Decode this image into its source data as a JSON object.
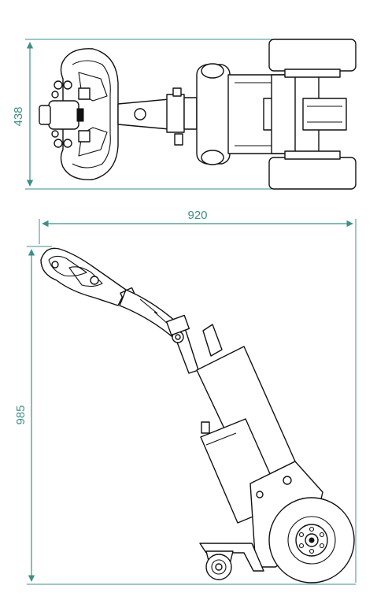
{
  "dimensions": {
    "top_view_width": "438",
    "side_view_length": "920",
    "side_view_height": "985"
  },
  "colors": {
    "dimension_line": "#3f8f88",
    "drawing_line": "#111111",
    "background": "#ffffff"
  }
}
